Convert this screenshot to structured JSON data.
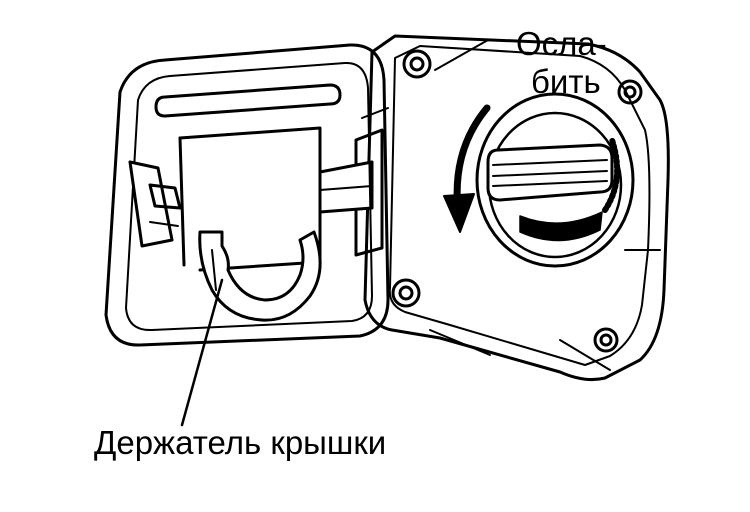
{
  "labels": {
    "loosen_line1": "Осла-",
    "loosen_line2": "бить",
    "holder": "Держатель крышки"
  },
  "colors": {
    "ink": "#000000",
    "paper": "#ffffff"
  }
}
